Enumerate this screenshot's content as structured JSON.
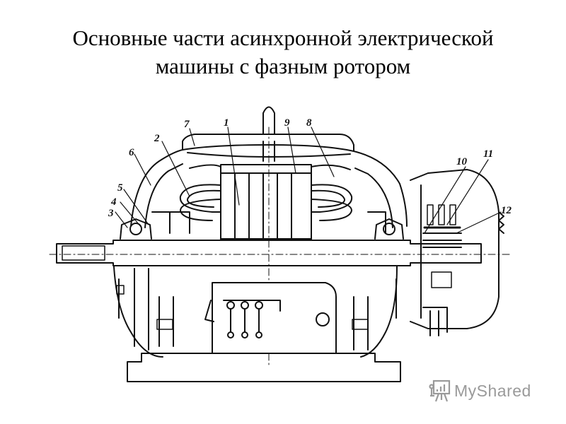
{
  "title": {
    "line1": "Основные части асинхронной электрической",
    "line2": "машины с фазным ротором"
  },
  "callouts": [
    "1",
    "2",
    "3",
    "4",
    "5",
    "6",
    "7",
    "8",
    "9",
    "10",
    "11",
    "12"
  ],
  "watermark": {
    "text": "MyShared",
    "icon": "presentation-board-icon"
  },
  "colors": {
    "ink": "#111111",
    "watermark": "#9a9a9a"
  }
}
